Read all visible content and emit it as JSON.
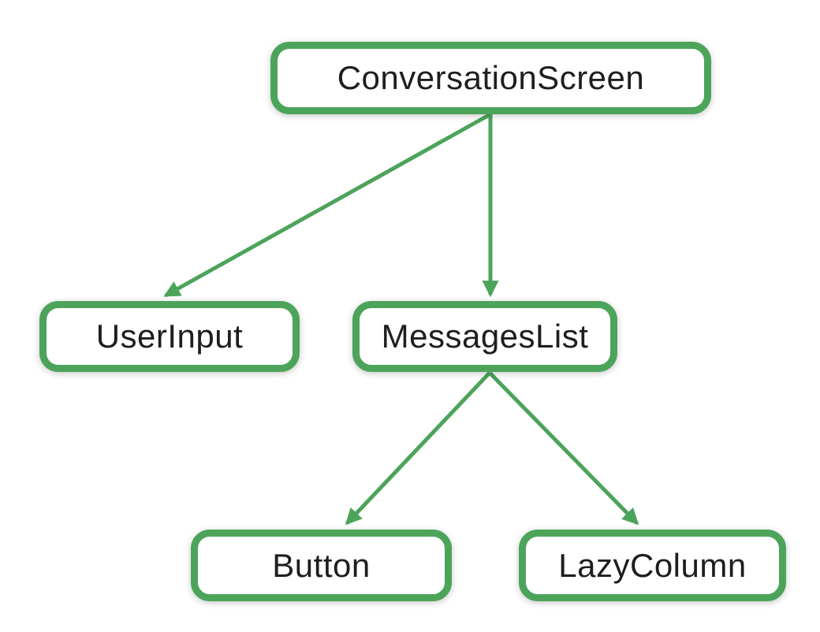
{
  "diagram": {
    "accent_color": "#4CA45A",
    "text_color": "#1E1E1E",
    "background_color": "#FFFFFF",
    "nodes": [
      {
        "id": "conversation-screen",
        "label": "ConversationScreen"
      },
      {
        "id": "user-input",
        "label": "UserInput"
      },
      {
        "id": "messages-list",
        "label": "MessagesList"
      },
      {
        "id": "button",
        "label": "Button"
      },
      {
        "id": "lazy-column",
        "label": "LazyColumn"
      }
    ],
    "edges": [
      {
        "from": "ConversationScreen",
        "to": "UserInput"
      },
      {
        "from": "ConversationScreen",
        "to": "MessagesList"
      },
      {
        "from": "MessagesList",
        "to": "Button"
      },
      {
        "from": "MessagesList",
        "to": "LazyColumn"
      }
    ]
  }
}
